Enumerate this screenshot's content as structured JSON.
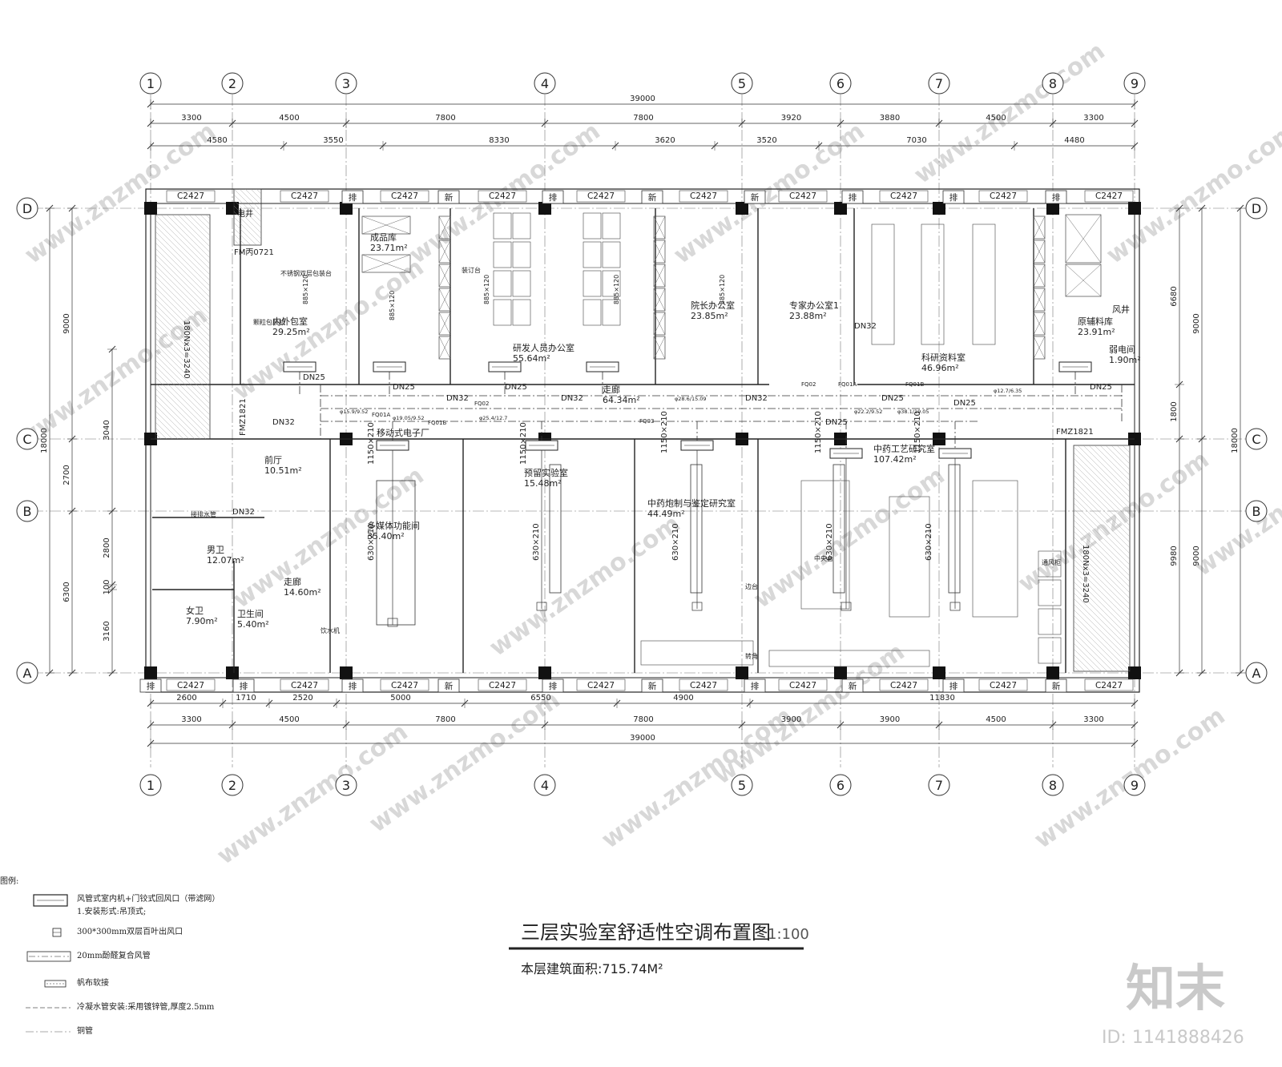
{
  "title": "三层实验室舒适性空调布置图",
  "title_scale": "1:100",
  "subtitle": "本层建筑面积:715.74M²",
  "axes_x": [
    {
      "id": "1"
    },
    {
      "id": "2"
    },
    {
      "id": "3"
    },
    {
      "id": "4"
    },
    {
      "id": "5"
    },
    {
      "id": "6"
    },
    {
      "id": "7"
    },
    {
      "id": "8"
    },
    {
      "id": "9"
    }
  ],
  "axes_y": [
    {
      "id": "D"
    },
    {
      "id": "C"
    },
    {
      "id": "B"
    },
    {
      "id": "A"
    }
  ],
  "dims_top": {
    "total": "39000",
    "row1": [
      "3300",
      "4500",
      "7800",
      "7800",
      "3920",
      "3880",
      "4500",
      "3300"
    ],
    "row2": [
      "4580",
      "3550",
      "8330",
      "3620",
      "3520",
      "7030",
      "4480"
    ]
  },
  "dims_bottom": {
    "total": "39000",
    "row1": [
      "3300",
      "4500",
      "7800",
      "7800",
      "3900",
      "3900",
      "4500",
      "3300"
    ],
    "row2": [
      "2600",
      "1710",
      "2520",
      "5000",
      "6550",
      "4900",
      "11830"
    ]
  },
  "dims_left": {
    "total": "18000",
    "row1": [
      "9000",
      "2700",
      "6300"
    ],
    "row2": [
      "3040",
      "2800",
      "100",
      "3160"
    ]
  },
  "dims_right": {
    "total": "18000",
    "row1": [
      "9000",
      "9000"
    ],
    "row2": [
      "6680",
      "1800",
      "9980"
    ]
  },
  "windows_top": [
    "C2427",
    "C2427",
    "C2427",
    "C2427",
    "C2427",
    "C2427",
    "C2427",
    "C2427",
    "C2427",
    "C2427",
    "C2427",
    "C2427"
  ],
  "windows_bottom": [
    "C2427",
    "C2427",
    "C2427",
    "C2427",
    "C2427",
    "C2427",
    "C2427",
    "C2427",
    "C2427",
    "C2427",
    "C2427",
    "C2427"
  ],
  "vent_top": [
    "排",
    "新",
    "排",
    "新",
    "新",
    "排",
    "排",
    "排"
  ],
  "vent_bottom": [
    "排",
    "排",
    "排",
    "新",
    "排",
    "新",
    "排",
    "新",
    "排",
    "新",
    "排"
  ],
  "rooms": [
    {
      "name": "成品库",
      "area": "23.71m²"
    },
    {
      "name": "内外包室",
      "area": "29.25m²"
    },
    {
      "name": "研发人员办公室",
      "area": "55.64m²"
    },
    {
      "name": "院长办公室",
      "area": "23.85m²"
    },
    {
      "name": "专家办公室1",
      "area": "23.88m²"
    },
    {
      "name": "科研资料室",
      "area": "46.96m²"
    },
    {
      "name": "原辅料库",
      "area": "23.91m²"
    },
    {
      "name": "弱电间",
      "area": "1.90m²"
    },
    {
      "name": "走廊",
      "area": "64.34m²"
    },
    {
      "name": "前厅",
      "area": "10.51m²"
    },
    {
      "name": "移动式电子厂",
      "area": ""
    },
    {
      "name": "多媒体功能间",
      "area": "35.40m²"
    },
    {
      "name": "预留实验室",
      "area": "15.48m²"
    },
    {
      "name": "中药炮制与鉴定研究室",
      "area": "44.49m²"
    },
    {
      "name": "中药工艺研究室",
      "area": "107.42m²"
    },
    {
      "name": "男卫",
      "area": "12.07m²"
    },
    {
      "name": "女卫",
      "area": "7.90m²"
    },
    {
      "name": "卫生间",
      "area": "5.40m²"
    },
    {
      "name": "走廊",
      "area": "14.60m²"
    }
  ],
  "misc_labels": {
    "elevator": "电井",
    "fire_door1": "FM丙0721",
    "fire_door2": "FMZ1821",
    "fire_door3": "FMZ1821",
    "airshaft": "风井",
    "packing": "不锈钢双层包装台",
    "granule": "颗粒包装机",
    "binding": "装订台",
    "water_inlet": "接排水管",
    "drink": "饮水机",
    "stairs_left": "180Nx3=3240",
    "stairs_right": "180Nx3=3240",
    "side_table": "边台",
    "turn": "转角",
    "center_table": "中央台",
    "vent_hood": "通风柜"
  },
  "pipes": [
    "DN25",
    "DN32",
    "DN32",
    "DN25",
    "DN32",
    "DN25",
    "DN32",
    "DN25",
    "DN25",
    "DN25",
    "DN25",
    "DN32",
    "DN32"
  ],
  "pipe_specs": [
    "φ15.9/9.52",
    "φ19.05/9.52",
    "φ25.4/12.7",
    "φ28.6/15.09",
    "φ22.2/9.52",
    "φ38.1/19.05",
    "φ12.7/6.35"
  ],
  "units": [
    "FQ01A",
    "FQ01B",
    "FQ02",
    "FQ03",
    "FQ02",
    "FQ01B",
    "FQ01A"
  ],
  "duct_sizes": [
    "1150×210",
    "630×210",
    "885×120"
  ],
  "legend": {
    "header": "图例:",
    "items": [
      {
        "icon": "ducted-unit-icon",
        "text": "风管式室内机+门铰式回风口（带滤网）",
        "sub": "1.安装形式:吊顶式;"
      },
      {
        "icon": "louver-icon",
        "text": "300*300mm双层百叶出风口"
      },
      {
        "icon": "duct-line-icon",
        "text": "20mm酚醛复合风管"
      },
      {
        "icon": "canvas-joint-icon",
        "text": "帆布软接"
      },
      {
        "icon": "condensate-icon",
        "text": "冷凝水管安装:采用镀锌管,厚度2.5mm"
      },
      {
        "icon": "copper-pipe-icon",
        "text": "铜管"
      }
    ]
  },
  "watermark": {
    "brand": "知末",
    "site": "www.znzmo.com",
    "id": "ID: 1141888426"
  }
}
